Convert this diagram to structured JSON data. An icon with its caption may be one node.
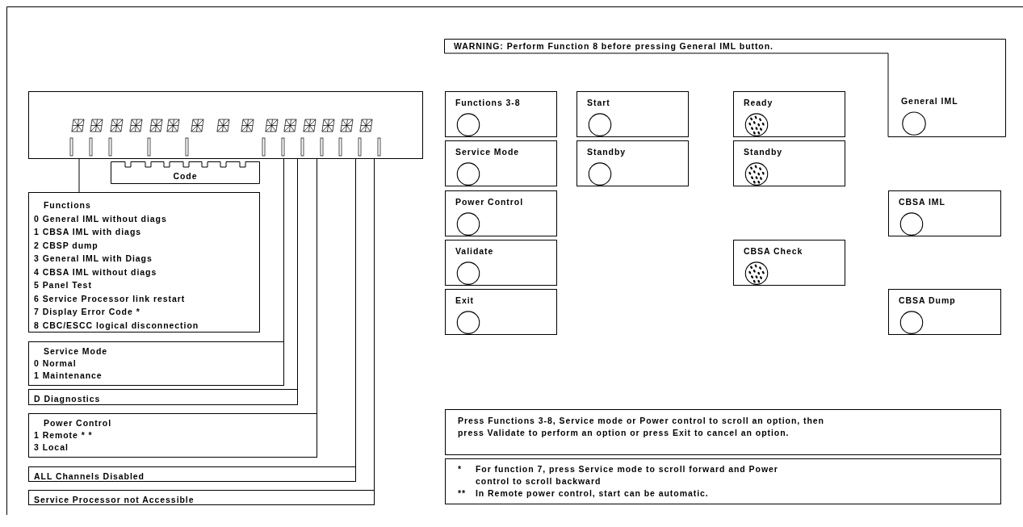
{
  "diagram": {
    "nodes": [
      {
        "text": [],
        "shape": "box"
      },
      {
        "text": [
          "Code"
        ]
      },
      {
        "text": [
          "Functions",
          "0 General IML without diags",
          "1 CBSA IML with diags",
          "2 CBSP dump",
          "3 General IML with Diags",
          "4 CBSA IML without diags",
          "5 Panel Test",
          "6 Service Processor link restart",
          "7 Display Error Code *",
          "8 CBC/ESCC logical disconnection"
        ]
      },
      {
        "text": [
          "Service Mode",
          "0 Normal",
          "1 Maintenance"
        ]
      },
      {
        "text": [
          "D Diagnostics"
        ]
      },
      {
        "text": [
          "Power Control",
          "1 Remote * *",
          "3 Local"
        ]
      },
      {
        "text": [
          "ALL Channels Disabled"
        ]
      },
      {
        "text": [
          "Service Processor not Accessible"
        ]
      },
      {
        "text": [
          "WARNING: Perform Function 8 before pressing General IML button."
        ]
      },
      {
        "text": [
          "General IML"
        ],
        "in": 8
      },
      {
        "text": [
          "Functions 3-8"
        ]
      },
      {
        "text": [
          "Start"
        ]
      },
      {
        "text": [
          "Ready"
        ]
      },
      {
        "text": [
          "Service Mode"
        ]
      },
      {
        "text": [
          "Standby"
        ]
      },
      {
        "text": [
          "Standby"
        ]
      },
      {
        "text": [
          "Power Control"
        ]
      },
      {
        "text": [
          "CBSA IML"
        ]
      },
      {
        "text": [
          "Validate"
        ]
      },
      {
        "text": [
          "CBSA Check"
        ]
      },
      {
        "text": [
          "Exit"
        ]
      },
      {
        "text": [
          "CBSA Dump"
        ]
      },
      {
        "text": [
          "Press Functions 3-8, Service mode or Power control to scroll an option, then press Validate to perform an option or press Exit to cancel an option."
        ]
      },
      {
        "text": [
          "*",
          "For function 7, press Service mode to scroll forward and Power control to scroll backward",
          "**",
          "In Remote power control, start can be automatic."
        ]
      }
    ],
    "edges": [
      {
        "from": 0,
        "to": 2,
        "arrow": "none"
      },
      {
        "from": 0,
        "to": 3,
        "arrow": "none"
      },
      {
        "from": 0,
        "to": 4,
        "arrow": "none"
      },
      {
        "from": 0,
        "to": 5,
        "arrow": "none"
      },
      {
        "from": 0,
        "to": 6,
        "arrow": "none"
      },
      {
        "from": 0,
        "to": 7,
        "arrow": "none"
      }
    ]
  }
}
